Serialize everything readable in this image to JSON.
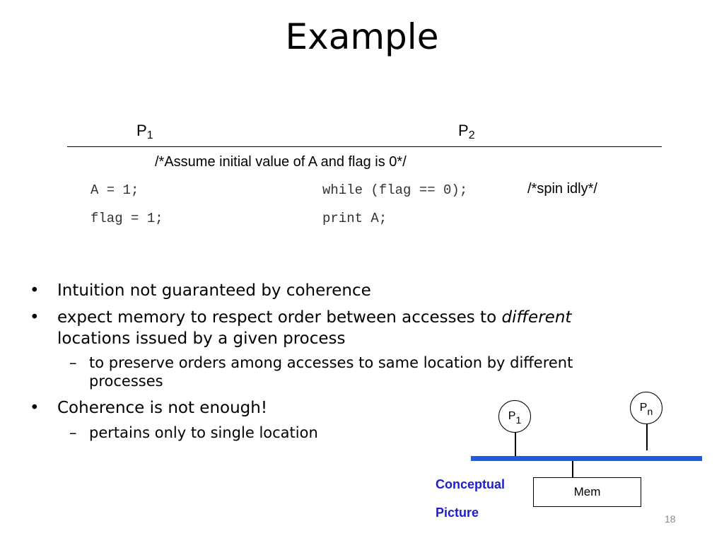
{
  "slide": {
    "title": "Example",
    "page_number": "18"
  },
  "code_table": {
    "p1_header": "P",
    "p1_sub": "1",
    "p2_header": "P",
    "p2_sub": "2",
    "assumption": "/*Assume initial value of A and  flag is 0*/",
    "p1_lines": [
      "A = 1;",
      "flag = 1;"
    ],
    "p2_lines": [
      "while (flag == 0);",
      "print A;"
    ],
    "p2_comment": "/*spin idly*/"
  },
  "bullets": [
    {
      "marker": "•",
      "text": "Intuition not guaranteed by coherence"
    },
    {
      "marker": "•",
      "text_before": "expect memory to respect order between accesses to ",
      "emphasis": "different",
      "text_after": "locations issued by a given process",
      "sub": [
        {
          "marker": "–",
          "line1": "to preserve orders among accesses to same location by different",
          "line2": "processes"
        }
      ]
    },
    {
      "marker": "•",
      "text": "Coherence is not enough!",
      "sub": [
        {
          "marker": "–",
          "line1": "pertains only to single location"
        }
      ]
    }
  ],
  "diagram": {
    "proc1_label": "P",
    "proc1_sub": "1",
    "procn_label": "P",
    "procn_sub": "n",
    "memory_label": "Mem",
    "caption_line1": "Conceptual",
    "caption_line2": "Picture",
    "bus_color": "#1a5ee0"
  }
}
